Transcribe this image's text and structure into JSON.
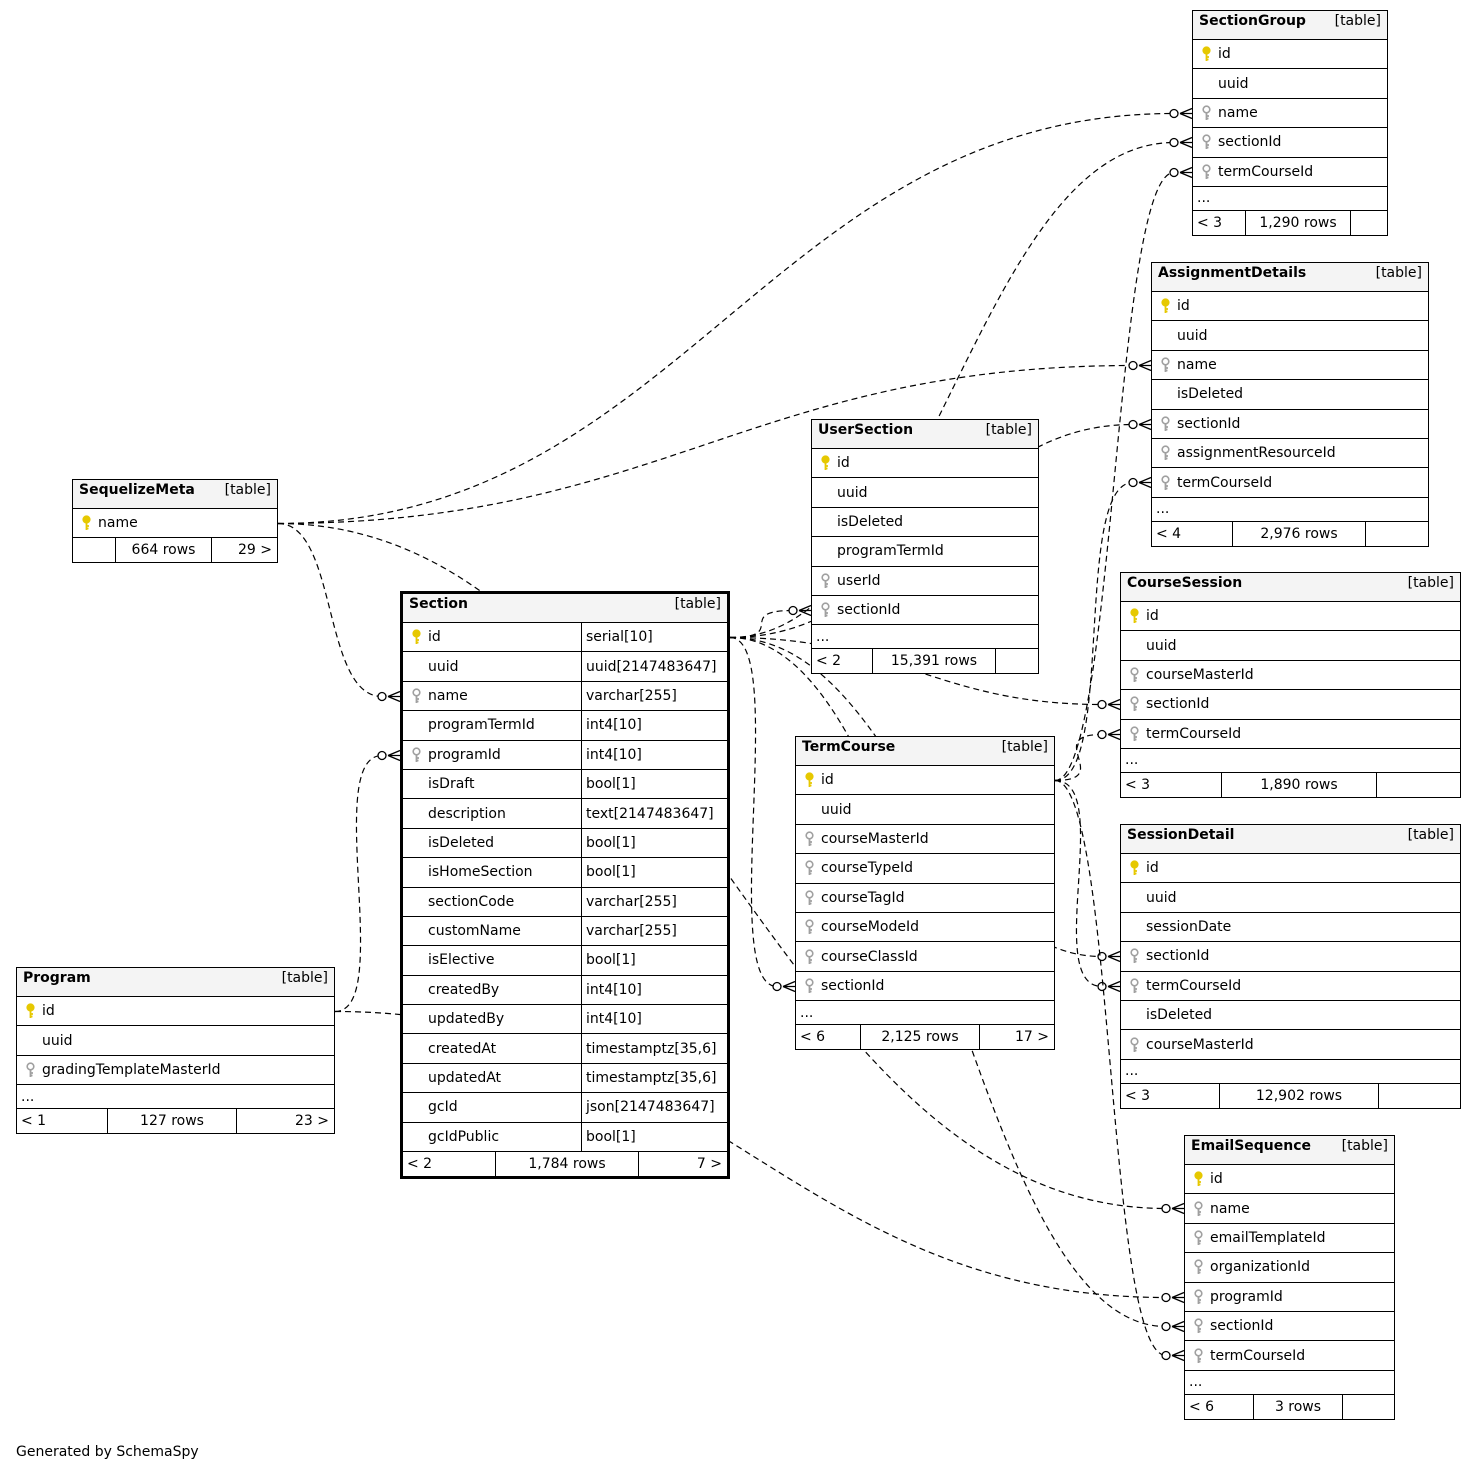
{
  "credit": "Generated by SchemaSpy",
  "tables": [
    {
      "key": "sectiongroup",
      "name": "SectionGroup",
      "tag": "[table]",
      "columns": [
        {
          "name": "id",
          "key": "pk"
        },
        {
          "name": "uuid",
          "key": ""
        },
        {
          "name": "name",
          "key": "fk"
        },
        {
          "name": "sectionId",
          "key": "fk"
        },
        {
          "name": "termCourseId",
          "key": "fk"
        }
      ],
      "ellipsis": "...",
      "footer": [
        "< 3",
        "1,290 rows",
        ""
      ]
    },
    {
      "key": "assignmentdetails",
      "name": "AssignmentDetails",
      "tag": "[table]",
      "columns": [
        {
          "name": "id",
          "key": "pk"
        },
        {
          "name": "uuid",
          "key": ""
        },
        {
          "name": "name",
          "key": "fk"
        },
        {
          "name": "isDeleted",
          "key": ""
        },
        {
          "name": "sectionId",
          "key": "fk"
        },
        {
          "name": "assignmentResourceId",
          "key": "fk"
        },
        {
          "name": "termCourseId",
          "key": "fk"
        }
      ],
      "ellipsis": "...",
      "footer": [
        "< 4",
        "2,976 rows",
        ""
      ]
    },
    {
      "key": "usersection",
      "name": "UserSection",
      "tag": "[table]",
      "columns": [
        {
          "name": "id",
          "key": "pk"
        },
        {
          "name": "uuid",
          "key": ""
        },
        {
          "name": "isDeleted",
          "key": ""
        },
        {
          "name": "programTermId",
          "key": ""
        },
        {
          "name": "userId",
          "key": "fk"
        },
        {
          "name": "sectionId",
          "key": "fk"
        }
      ],
      "ellipsis": "...",
      "footer": [
        "< 2",
        "15,391 rows",
        ""
      ]
    },
    {
      "key": "sequelizemeta",
      "name": "SequelizeMeta",
      "tag": "[table]",
      "columns": [
        {
          "name": "name",
          "key": "pk"
        }
      ],
      "ellipsis": null,
      "footer": [
        "",
        "664 rows",
        "29 >"
      ]
    },
    {
      "key": "section",
      "name": "Section",
      "tag": "[table]",
      "columns": [
        {
          "name": "id",
          "type": "serial[10]",
          "key": "pk"
        },
        {
          "name": "uuid",
          "type": "uuid[2147483647]",
          "key": ""
        },
        {
          "name": "name",
          "type": "varchar[255]",
          "key": "fk"
        },
        {
          "name": "programTermId",
          "type": "int4[10]",
          "key": ""
        },
        {
          "name": "programId",
          "type": "int4[10]",
          "key": "fk"
        },
        {
          "name": "isDraft",
          "type": "bool[1]",
          "key": ""
        },
        {
          "name": "description",
          "type": "text[2147483647]",
          "key": ""
        },
        {
          "name": "isDeleted",
          "type": "bool[1]",
          "key": ""
        },
        {
          "name": "isHomeSection",
          "type": "bool[1]",
          "key": ""
        },
        {
          "name": "sectionCode",
          "type": "varchar[255]",
          "key": ""
        },
        {
          "name": "customName",
          "type": "varchar[255]",
          "key": ""
        },
        {
          "name": "isElective",
          "type": "bool[1]",
          "key": ""
        },
        {
          "name": "createdBy",
          "type": "int4[10]",
          "key": ""
        },
        {
          "name": "updatedBy",
          "type": "int4[10]",
          "key": ""
        },
        {
          "name": "createdAt",
          "type": "timestamptz[35,6]",
          "key": ""
        },
        {
          "name": "updatedAt",
          "type": "timestamptz[35,6]",
          "key": ""
        },
        {
          "name": "gcId",
          "type": "json[2147483647]",
          "key": ""
        },
        {
          "name": "gcIdPublic",
          "type": "bool[1]",
          "key": ""
        }
      ],
      "ellipsis": null,
      "footer": [
        "< 2",
        "1,784 rows",
        "7 >"
      ]
    },
    {
      "key": "coursesession",
      "name": "CourseSession",
      "tag": "[table]",
      "columns": [
        {
          "name": "id",
          "key": "pk"
        },
        {
          "name": "uuid",
          "key": ""
        },
        {
          "name": "courseMasterId",
          "key": "fk"
        },
        {
          "name": "sectionId",
          "key": "fk"
        },
        {
          "name": "termCourseId",
          "key": "fk"
        }
      ],
      "ellipsis": "...",
      "footer": [
        "< 3",
        "1,890 rows",
        ""
      ]
    },
    {
      "key": "termcourse",
      "name": "TermCourse",
      "tag": "[table]",
      "columns": [
        {
          "name": "id",
          "key": "pk"
        },
        {
          "name": "uuid",
          "key": ""
        },
        {
          "name": "courseMasterId",
          "key": "fk"
        },
        {
          "name": "courseTypeId",
          "key": "fk"
        },
        {
          "name": "courseTagId",
          "key": "fk"
        },
        {
          "name": "courseModeId",
          "key": "fk"
        },
        {
          "name": "courseClassId",
          "key": "fk"
        },
        {
          "name": "sectionId",
          "key": "fk"
        }
      ],
      "ellipsis": "...",
      "footer": [
        "< 6",
        "2,125 rows",
        "17 >"
      ]
    },
    {
      "key": "sessiondetail",
      "name": "SessionDetail",
      "tag": "[table]",
      "columns": [
        {
          "name": "id",
          "key": "pk"
        },
        {
          "name": "uuid",
          "key": ""
        },
        {
          "name": "sessionDate",
          "key": ""
        },
        {
          "name": "sectionId",
          "key": "fk"
        },
        {
          "name": "termCourseId",
          "key": "fk"
        },
        {
          "name": "isDeleted",
          "key": ""
        },
        {
          "name": "courseMasterId",
          "key": "fk"
        }
      ],
      "ellipsis": "...",
      "footer": [
        "< 3",
        "12,902 rows",
        ""
      ]
    },
    {
      "key": "program",
      "name": "Program",
      "tag": "[table]",
      "columns": [
        {
          "name": "id",
          "key": "pk"
        },
        {
          "name": "uuid",
          "key": ""
        },
        {
          "name": "gradingTemplateMasterId",
          "key": "fk"
        }
      ],
      "ellipsis": "...",
      "footer": [
        "< 1",
        "127 rows",
        "23 >"
      ]
    },
    {
      "key": "emailsequence",
      "name": "EmailSequence",
      "tag": "[table]",
      "columns": [
        {
          "name": "id",
          "key": "pk"
        },
        {
          "name": "name",
          "key": "fk"
        },
        {
          "name": "emailTemplateId",
          "key": "fk"
        },
        {
          "name": "organizationId",
          "key": "fk"
        },
        {
          "name": "programId",
          "key": "fk"
        },
        {
          "name": "sectionId",
          "key": "fk"
        },
        {
          "name": "termCourseId",
          "key": "fk"
        }
      ],
      "ellipsis": "...",
      "footer": [
        "< 6",
        "3 rows",
        ""
      ]
    }
  ],
  "relationships": [
    {
      "from": "sequelizemeta.name",
      "to": "sectiongroup.name"
    },
    {
      "from": "sequelizemeta.name",
      "to": "assignmentdetails.name"
    },
    {
      "from": "sequelizemeta.name",
      "to": "section.name"
    },
    {
      "from": "sequelizemeta.name",
      "to": "emailsequence.name"
    },
    {
      "from": "section.id",
      "to": "sectiongroup.sectionId"
    },
    {
      "from": "section.id",
      "to": "assignmentdetails.sectionId"
    },
    {
      "from": "section.id",
      "to": "usersection.sectionId"
    },
    {
      "from": "section.id",
      "to": "coursesession.sectionId"
    },
    {
      "from": "section.id",
      "to": "termcourse.sectionId"
    },
    {
      "from": "section.id",
      "to": "sessiondetail.sectionId"
    },
    {
      "from": "section.id",
      "to": "emailsequence.sectionId"
    },
    {
      "from": "program.id",
      "to": "section.programId"
    },
    {
      "from": "program.id",
      "to": "emailsequence.programId"
    },
    {
      "from": "termcourse.id",
      "to": "sectiongroup.termCourseId"
    },
    {
      "from": "termcourse.id",
      "to": "assignmentdetails.termCourseId"
    },
    {
      "from": "termcourse.id",
      "to": "coursesession.termCourseId"
    },
    {
      "from": "termcourse.id",
      "to": "sessiondetail.termCourseId"
    },
    {
      "from": "termcourse.id",
      "to": "emailsequence.termCourseId"
    }
  ],
  "colors": {
    "pk_key": "#e6c800",
    "fk_key": "#a0a0a0",
    "header_bg": "#f4f4f4"
  }
}
